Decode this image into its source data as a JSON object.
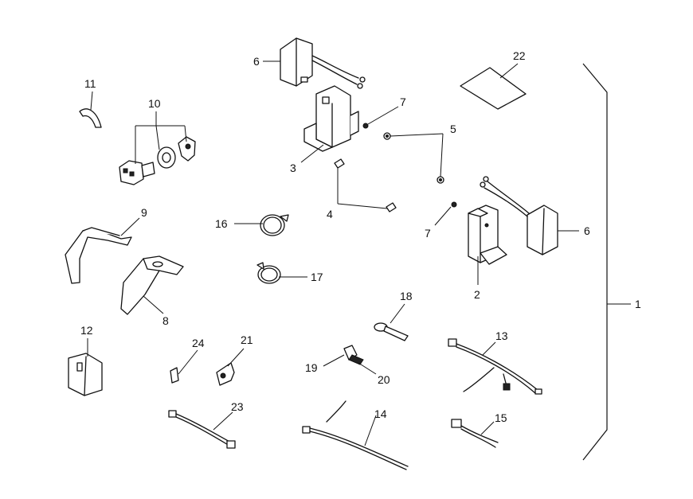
{
  "callouts": {
    "c1": "1",
    "c2": "2",
    "c3": "3",
    "c4": "4",
    "c5": "5",
    "c6a": "6",
    "c6b": "6",
    "c7a": "7",
    "c7b": "7",
    "c8": "8",
    "c9": "9",
    "c10": "10",
    "c11": "11",
    "c12": "12",
    "c13": "13",
    "c14": "14",
    "c15": "15",
    "c16": "16",
    "c17": "17",
    "c18": "18",
    "c19": "19",
    "c20": "20",
    "c21": "21",
    "c22": "22",
    "c23": "23",
    "c24": "24"
  },
  "colors": {
    "line": "#111111",
    "background": "#ffffff"
  }
}
